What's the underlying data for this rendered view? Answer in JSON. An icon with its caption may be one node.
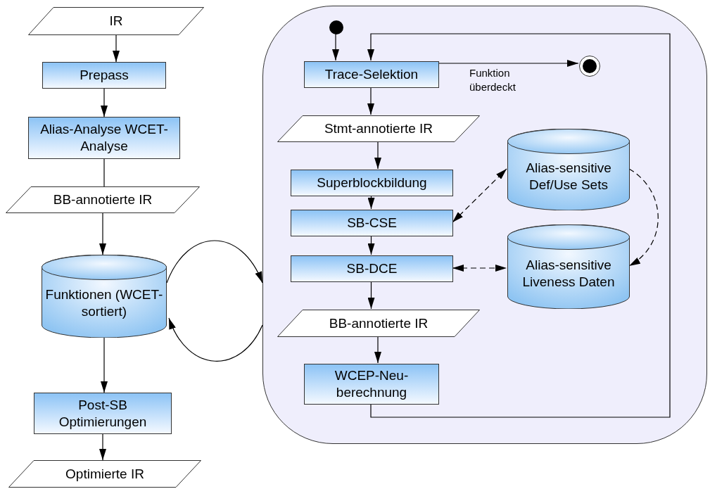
{
  "diagram": {
    "nodes": [
      {
        "text": [
          "IR"
        ]
      },
      {
        "text": [
          "Prepass"
        ]
      },
      {
        "text": [
          "Alias-Analyse WCET-Analyse"
        ]
      },
      {
        "text": [
          "BB-annotierte IR"
        ]
      },
      {
        "text": [
          "Funktionen (WCET-sortiert)"
        ]
      },
      {
        "text": [
          "Post-SB Optimierungen"
        ]
      },
      {
        "text": [
          "Optimierte IR"
        ]
      },
      {
        "text": [],
        "shape": "box"
      },
      {
        "text": [],
        "shape": "circle",
        "in": 7
      },
      {
        "text": [
          "Trace-Selektion"
        ],
        "in": 7
      },
      {
        "text": [],
        "shape": "bullseye",
        "in": 7
      },
      {
        "text": [
          "Stmt-annotierte IR"
        ],
        "in": 7
      },
      {
        "text": [
          "Superblockbildung"
        ],
        "in": 7
      },
      {
        "text": [
          "SB-CSE"
        ],
        "in": 7
      },
      {
        "text": [
          "SB-DCE"
        ],
        "in": 7
      },
      {
        "text": [
          "BB-annotierte IR"
        ],
        "in": 7
      },
      {
        "text": [
          "WCEP-Neu- berechnung"
        ],
        "in": 7
      },
      {
        "text": [
          "Alias-sensitive Def/Use Sets"
        ],
        "in": 7
      },
      {
        "text": [
          "Alias-sensitive Liveness Daten"
        ],
        "in": 7
      }
    ],
    "edges": [
      {
        "from": 0,
        "to": 1,
        "arrow": "to"
      },
      {
        "from": 1,
        "to": 2,
        "arrow": "to"
      },
      {
        "from": 2,
        "to": 3,
        "arrow": "none"
      },
      {
        "from": 3,
        "to": 4,
        "arrow": "to"
      },
      {
        "from": 4,
        "to": 5,
        "arrow": "to"
      },
      {
        "from": 5,
        "to": 6,
        "arrow": "to"
      },
      {
        "from": 4,
        "to": 7,
        "arrow": "to"
      },
      {
        "from": 7,
        "to": 4,
        "arrow": "to"
      },
      {
        "from": 8,
        "to": 9,
        "arrow": "to"
      },
      {
        "from": 9,
        "to": 10,
        "arrow": "to",
        "label": "Funktion überdeckt"
      },
      {
        "from": 9,
        "to": 11,
        "arrow": "to"
      },
      {
        "from": 11,
        "to": 12,
        "arrow": "to"
      },
      {
        "from": 12,
        "to": 13,
        "arrow": "to"
      },
      {
        "from": 13,
        "to": 14,
        "arrow": "to"
      },
      {
        "from": 14,
        "to": 15,
        "arrow": "to"
      },
      {
        "from": 15,
        "to": 16,
        "arrow": "to"
      },
      {
        "from": 16,
        "to": 9,
        "arrow": "to"
      },
      {
        "from": 13,
        "to": 17,
        "arrow": "both",
        "style": "dashed"
      },
      {
        "from": 14,
        "to": 18,
        "arrow": "both",
        "style": "dashed"
      },
      {
        "from": 17,
        "to": 18,
        "arrow": "to",
        "style": "dashed"
      }
    ]
  }
}
